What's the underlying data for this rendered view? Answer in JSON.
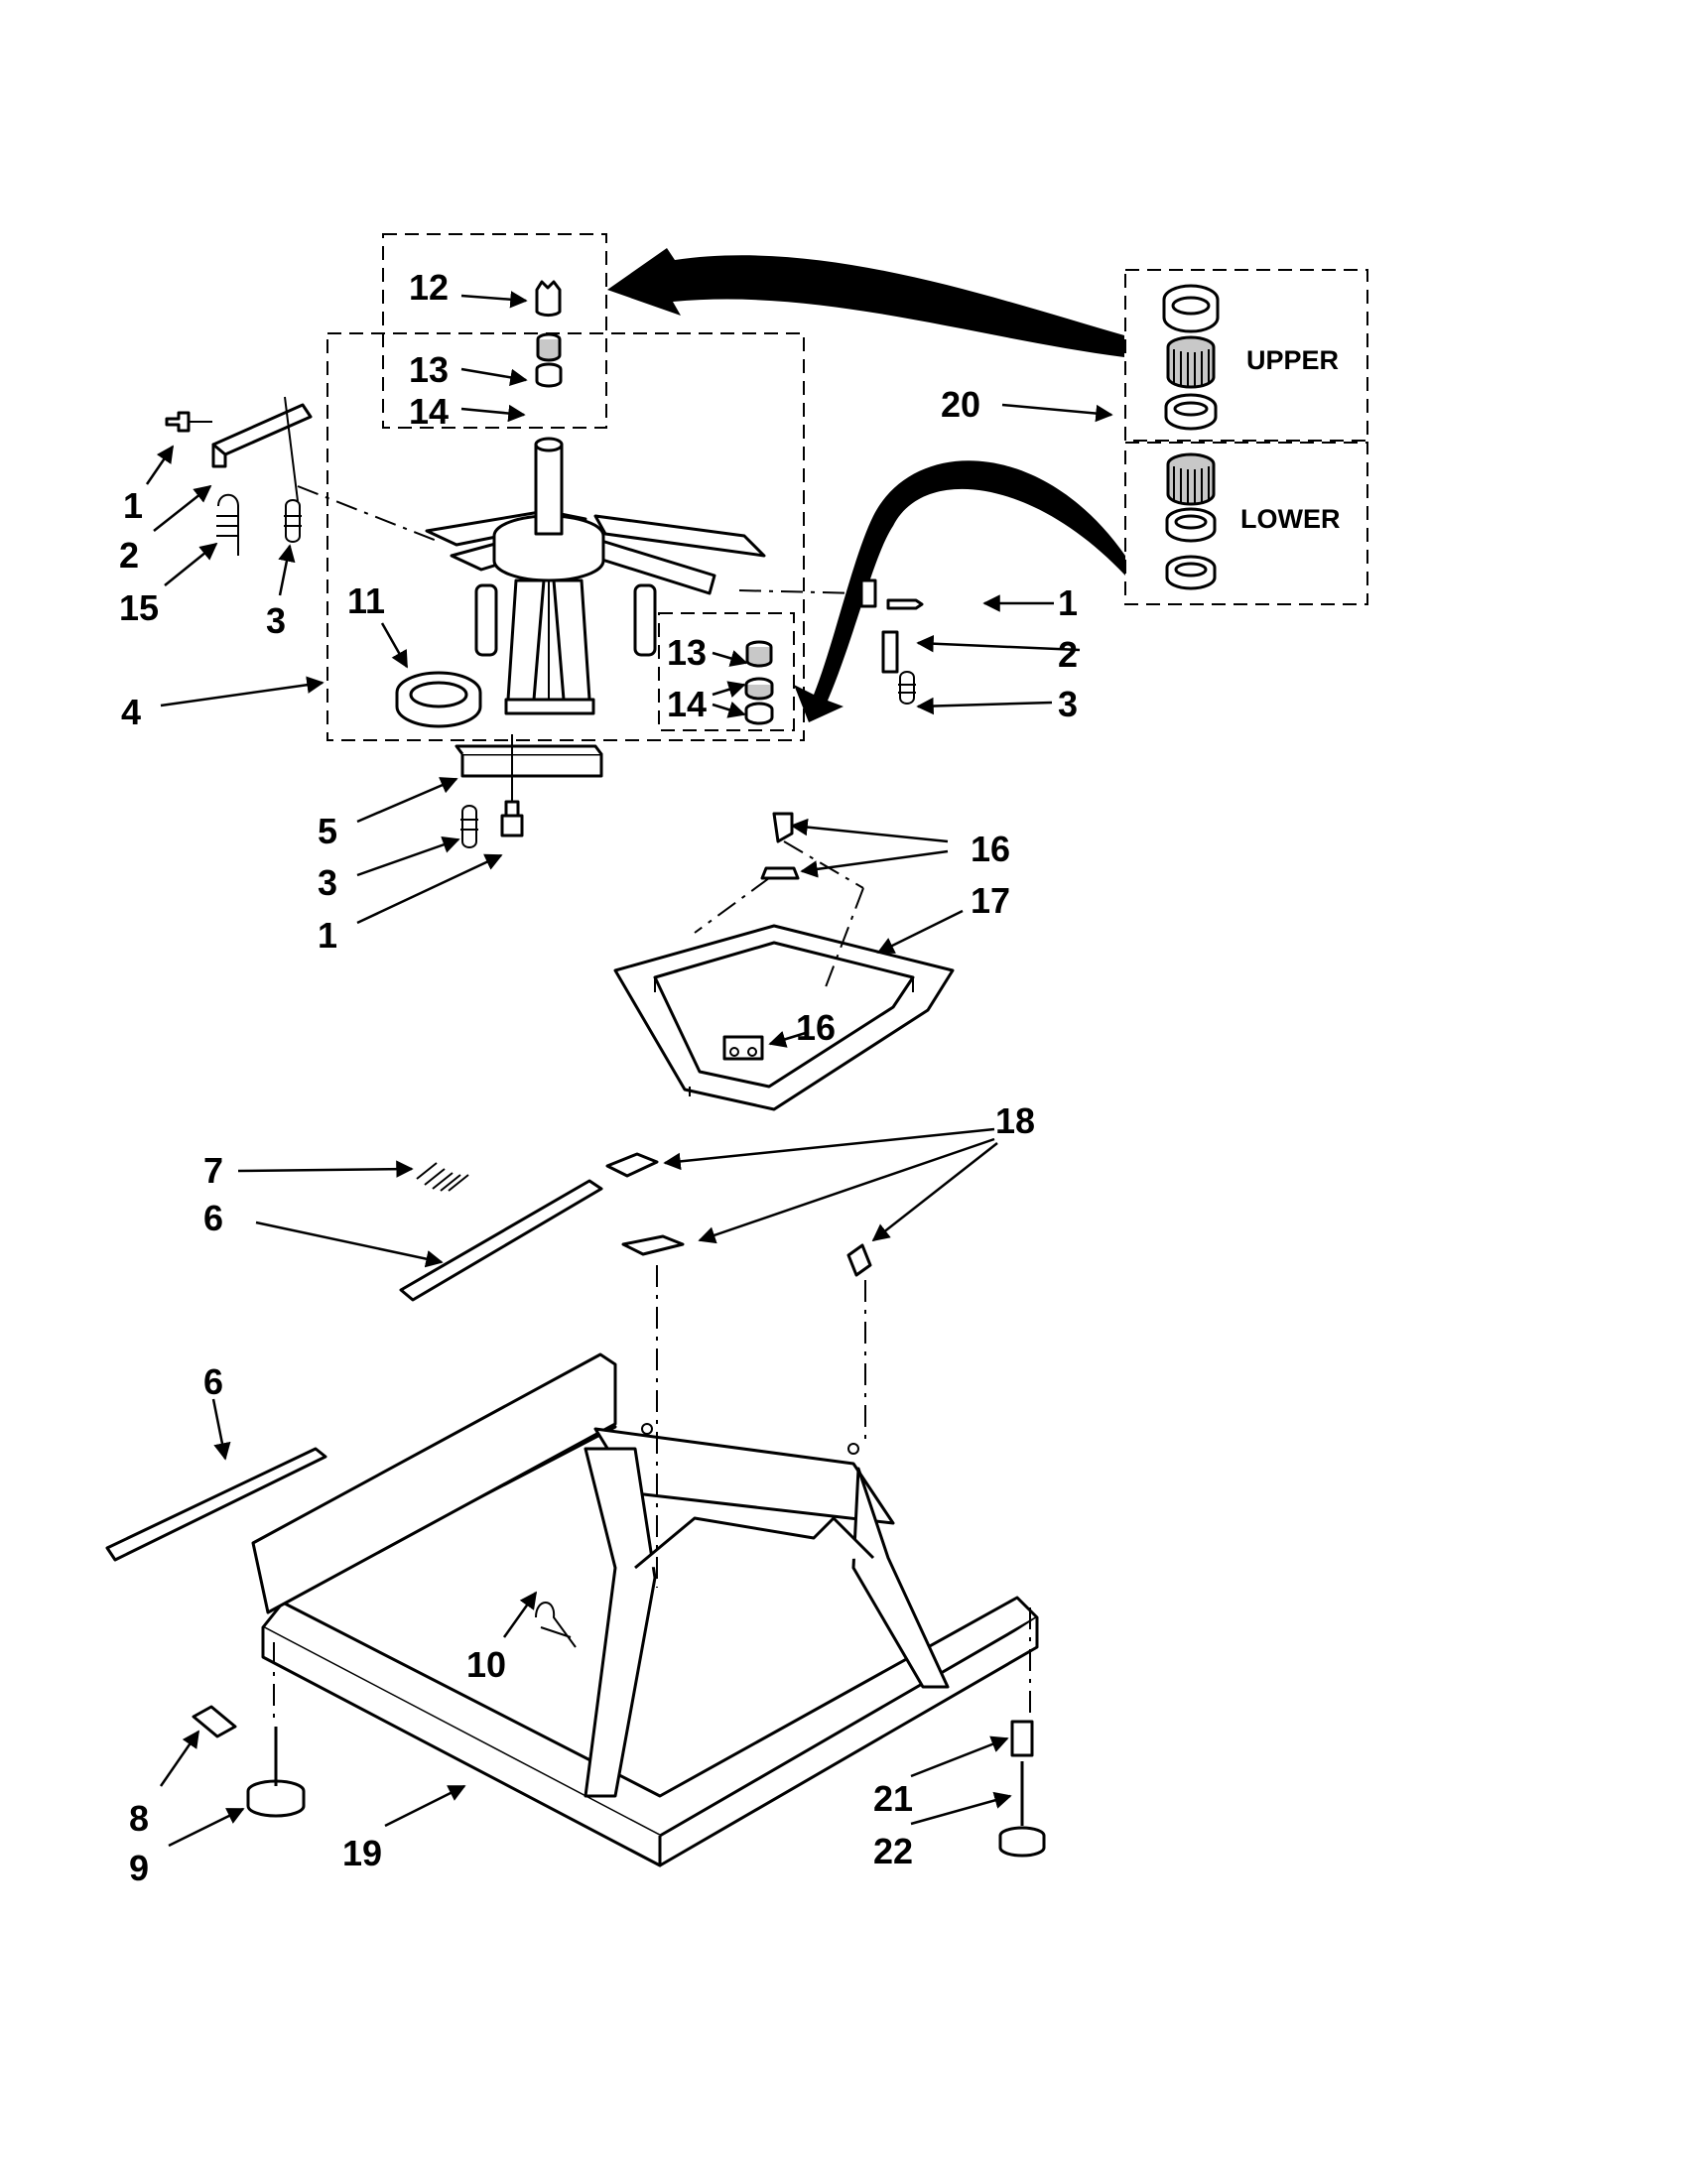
{
  "labels": {
    "c1a": "1",
    "c2a": "2",
    "c15": "15",
    "c3a": "3",
    "c11": "11",
    "c4": "4",
    "c12": "12",
    "c13a": "13",
    "c14a": "14",
    "c13b": "13",
    "c14b": "14",
    "c1b": "1",
    "c2b": "2",
    "c3b": "3",
    "c5": "5",
    "c3c": "3",
    "c1c": "1",
    "c20": "20",
    "upper": "UPPER",
    "lower": "LOWER",
    "c16a": "16",
    "c17": "17",
    "c16b": "16",
    "c7": "7",
    "c6a": "6",
    "c18": "18",
    "c6b": "6",
    "c10": "10",
    "c8": "8",
    "c9": "9",
    "c19": "19",
    "c21": "21",
    "c22": "22"
  },
  "colors": {
    "ink": "#000000",
    "paper": "#ffffff",
    "shade": "#c8c8c8"
  }
}
